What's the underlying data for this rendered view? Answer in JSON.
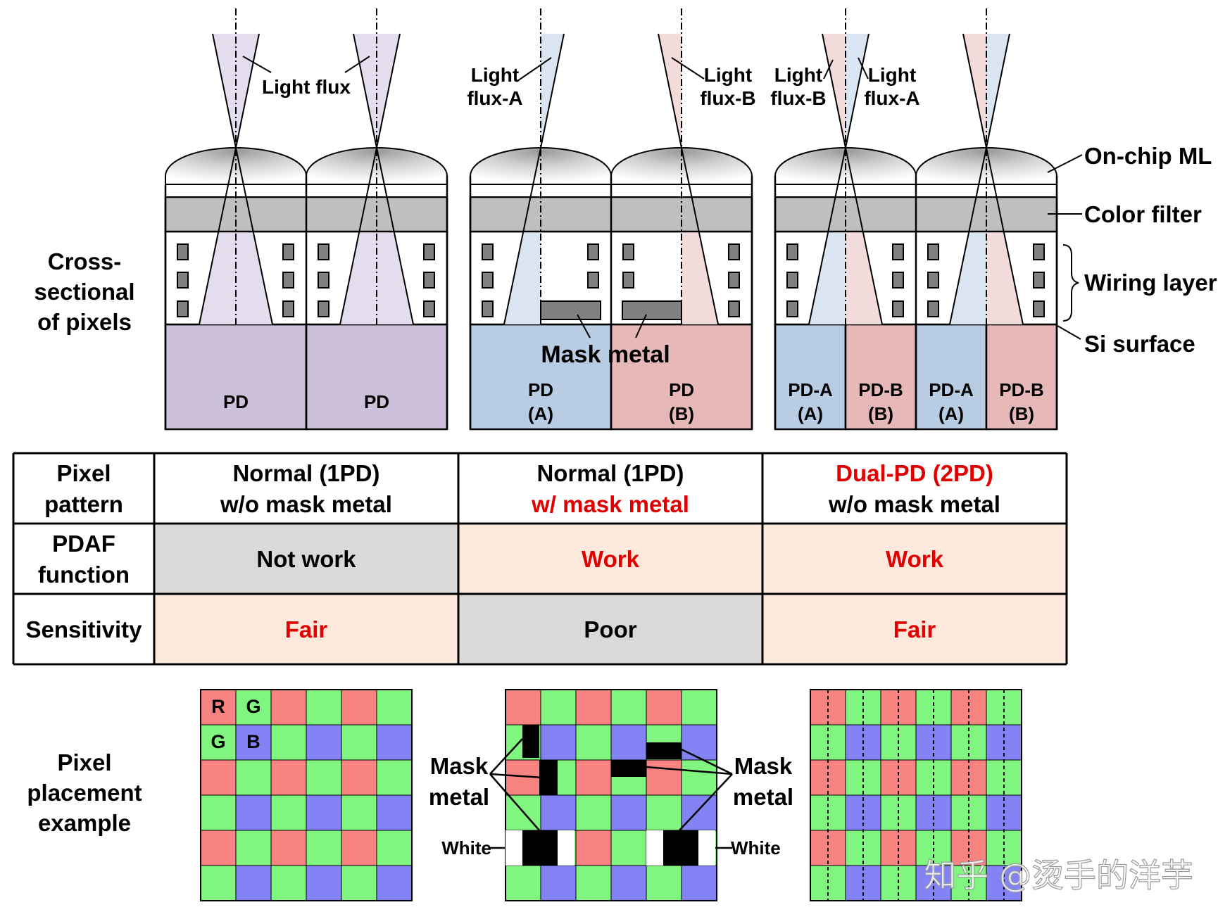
{
  "cross_section": {
    "row_label": [
      "Cross-",
      "sectional",
      "of pixels"
    ],
    "col1": {
      "flux_label": "Light flux",
      "pd_label": "PD"
    },
    "col2": {
      "flux_a": [
        "Light",
        "flux-A"
      ],
      "flux_b": [
        "Light",
        "flux-B"
      ],
      "mask_label": "Mask metal",
      "pd_a": [
        "PD",
        "(A)"
      ],
      "pd_b": [
        "PD",
        "(B)"
      ]
    },
    "col3": {
      "flux_b": [
        "Light",
        "flux-B"
      ],
      "flux_a": [
        "Light",
        "flux-A"
      ],
      "pd_a": [
        "PD-A",
        "(A)"
      ],
      "pd_b": [
        "PD-B",
        "(B)"
      ]
    },
    "layer_labels": {
      "on_chip_ml": "On-chip ML",
      "color_filter": "Color filter",
      "wiring_layer": "Wiring layer",
      "si_surface": "Si surface"
    }
  },
  "table": {
    "rows": [
      {
        "header": [
          "Pixel",
          "pattern"
        ],
        "cells": [
          {
            "lines": [
              "Normal (1PD)",
              "w/o mask metal"
            ],
            "colors": [
              "#000000",
              "#000000"
            ],
            "bg": "#ffffff"
          },
          {
            "lines": [
              "Normal (1PD)",
              "w/ mask metal"
            ],
            "colors": [
              "#000000",
              "#e00000"
            ],
            "bg": "#ffffff"
          },
          {
            "lines": [
              "Dual-PD (2PD)",
              "w/o mask metal"
            ],
            "colors": [
              "#e00000",
              "#000000"
            ],
            "bg": "#ffffff"
          }
        ]
      },
      {
        "header": [
          "PDAF",
          "function"
        ],
        "cells": [
          {
            "lines": [
              "Not work"
            ],
            "colors": [
              "#000000"
            ],
            "bg": "#d9d9d9"
          },
          {
            "lines": [
              "Work"
            ],
            "colors": [
              "#e00000"
            ],
            "bg": "#fce9db"
          },
          {
            "lines": [
              "Work"
            ],
            "colors": [
              "#e00000"
            ],
            "bg": "#fce9db"
          }
        ]
      },
      {
        "header": [
          "Sensitivity"
        ],
        "cells": [
          {
            "lines": [
              "Fair"
            ],
            "colors": [
              "#e00000"
            ],
            "bg": "#fce9db"
          },
          {
            "lines": [
              "Poor"
            ],
            "colors": [
              "#000000"
            ],
            "bg": "#d9d9d9"
          },
          {
            "lines": [
              "Fair"
            ],
            "colors": [
              "#e00000"
            ],
            "bg": "#fce9db"
          }
        ]
      }
    ]
  },
  "placement": {
    "row_label": [
      "Pixel",
      "placement",
      "example"
    ],
    "grid_letters": [
      "R",
      "G",
      "G",
      "B"
    ],
    "mask_left": [
      "Mask",
      "metal"
    ],
    "mask_right": [
      "Mask",
      "metal"
    ],
    "white_left": "White",
    "white_right": "White"
  },
  "watermark": "知乎 @烫手的洋芋",
  "colors": {
    "red_pixel": "#f88482",
    "green_pixel": "#80f580",
    "blue_pixel": "#8383f5",
    "pd_purple": "#cdc0da",
    "pd_blue": "#b8cce4",
    "pd_pink": "#e6b9b8",
    "color_filter_gray": "#bfbfbf",
    "mask_gray": "#808080",
    "highlight_red": "#e00000"
  }
}
